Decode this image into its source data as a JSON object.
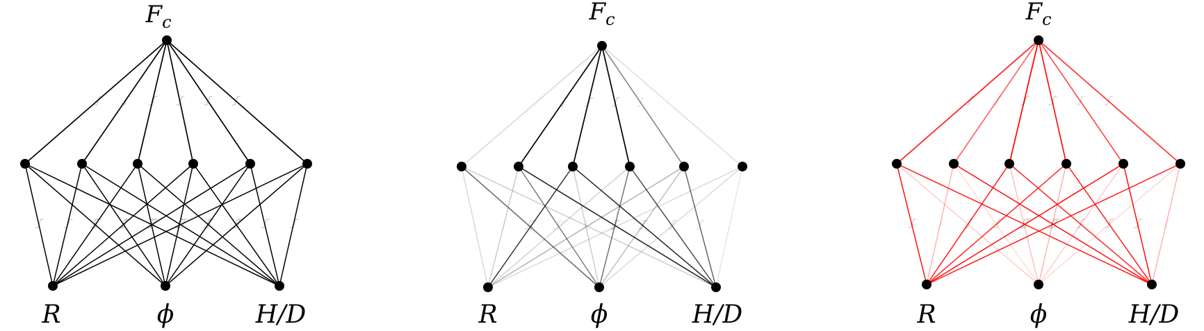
{
  "panels": [
    {
      "id": "left",
      "line_color": "#000000",
      "node_color": "#000000",
      "output_label": "F",
      "output_sub": "c",
      "input_labels": [
        "R",
        "ϕ",
        "H/D"
      ]
    },
    {
      "id": "middle",
      "line_color": "#000000",
      "node_color": "#000000",
      "output_label": "F",
      "output_sub": "c",
      "input_labels": [
        "R",
        "ϕ",
        "H/D"
      ]
    },
    {
      "id": "right",
      "line_color": "#ff0000",
      "node_color": "#000000",
      "output_label": "F",
      "output_sub": "c",
      "input_labels": [
        "R",
        "ϕ",
        "H/D"
      ]
    }
  ]
}
